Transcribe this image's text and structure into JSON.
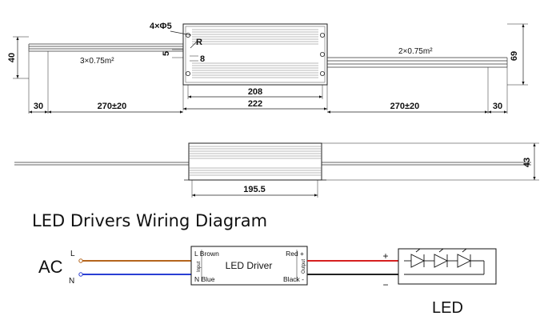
{
  "drawing_top": {
    "wire_left_spec": "3×0.75m²",
    "wire_right_spec": "2×0.75m²",
    "hole_spec": "4×Φ5",
    "radius_label": "R",
    "small_dim_5": "5",
    "small_dim_8": "8",
    "height_left": "40",
    "height_right": "69",
    "dim_208": "208",
    "dim_222": "222",
    "dim_left_lead": "30",
    "dim_left_wire": "270±20",
    "dim_right_wire": "270±20",
    "dim_right_lead": "30"
  },
  "drawing_side": {
    "dim_length": "195.5",
    "dim_height": "43"
  },
  "wiring": {
    "title": "LED Drivers Wiring Diagram",
    "ac_label": "AC",
    "line_label": "L",
    "neutral_label": "N",
    "driver_name": "LED Driver",
    "in_brown": "L Brown",
    "in_blue": "N Blue",
    "out_red": "Red +",
    "out_black": "Black -",
    "input_tag": "Input",
    "output_tag": "Output",
    "plus": "+",
    "minus": "−",
    "led_label": "LED",
    "colors": {
      "brown": "#b5651d",
      "blue": "#2a3fd4",
      "red": "#d62020",
      "black": "#222222"
    }
  }
}
